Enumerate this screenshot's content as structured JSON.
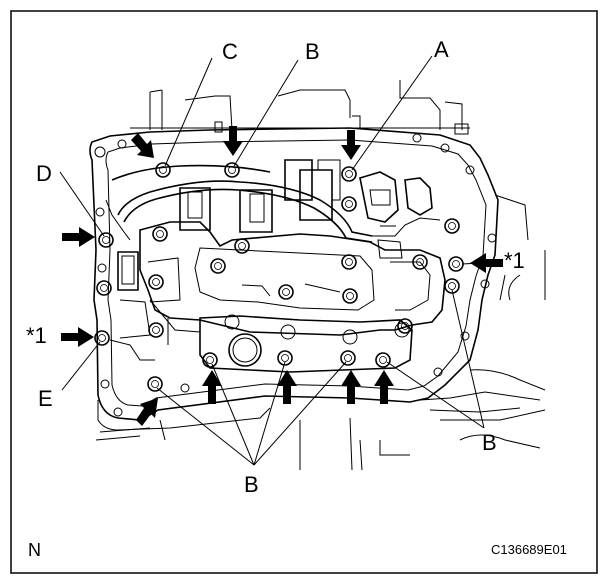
{
  "labels": {
    "A": "A",
    "B_top": "B",
    "C": "C",
    "D": "D",
    "E": "E",
    "B_right": "B",
    "B_bottom": "B",
    "star_right": "*1",
    "star_left": "*1"
  },
  "corner_mark": "N",
  "figure_code": "C136689E01"
}
